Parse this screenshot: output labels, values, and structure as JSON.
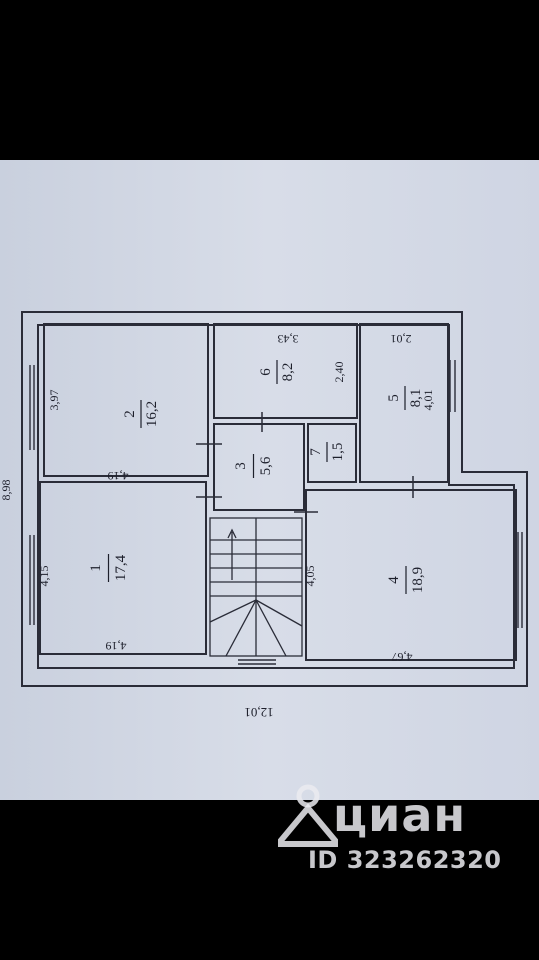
{
  "plan": {
    "overall_width": "12,01",
    "overall_depth": "8,98",
    "rooms": [
      {
        "number": "1",
        "area": "17,4",
        "dims": [
          "4,15",
          "4,19"
        ]
      },
      {
        "number": "2",
        "area": "16,2",
        "dims": [
          "3,97",
          "4,19"
        ]
      },
      {
        "number": "3",
        "area": "5,6",
        "dims": []
      },
      {
        "number": "4",
        "area": "18,9",
        "dims": [
          "4,05",
          "4,67"
        ]
      },
      {
        "number": "5",
        "area": "8,1",
        "dims": [
          "4,01",
          "2,01"
        ]
      },
      {
        "number": "6",
        "area": "8,2",
        "dims": [
          "2,40",
          "3,43"
        ]
      },
      {
        "number": "7",
        "area": "1,5",
        "dims": []
      }
    ]
  },
  "watermark": {
    "brand": "циан",
    "listing_id": "ID 323262320"
  }
}
